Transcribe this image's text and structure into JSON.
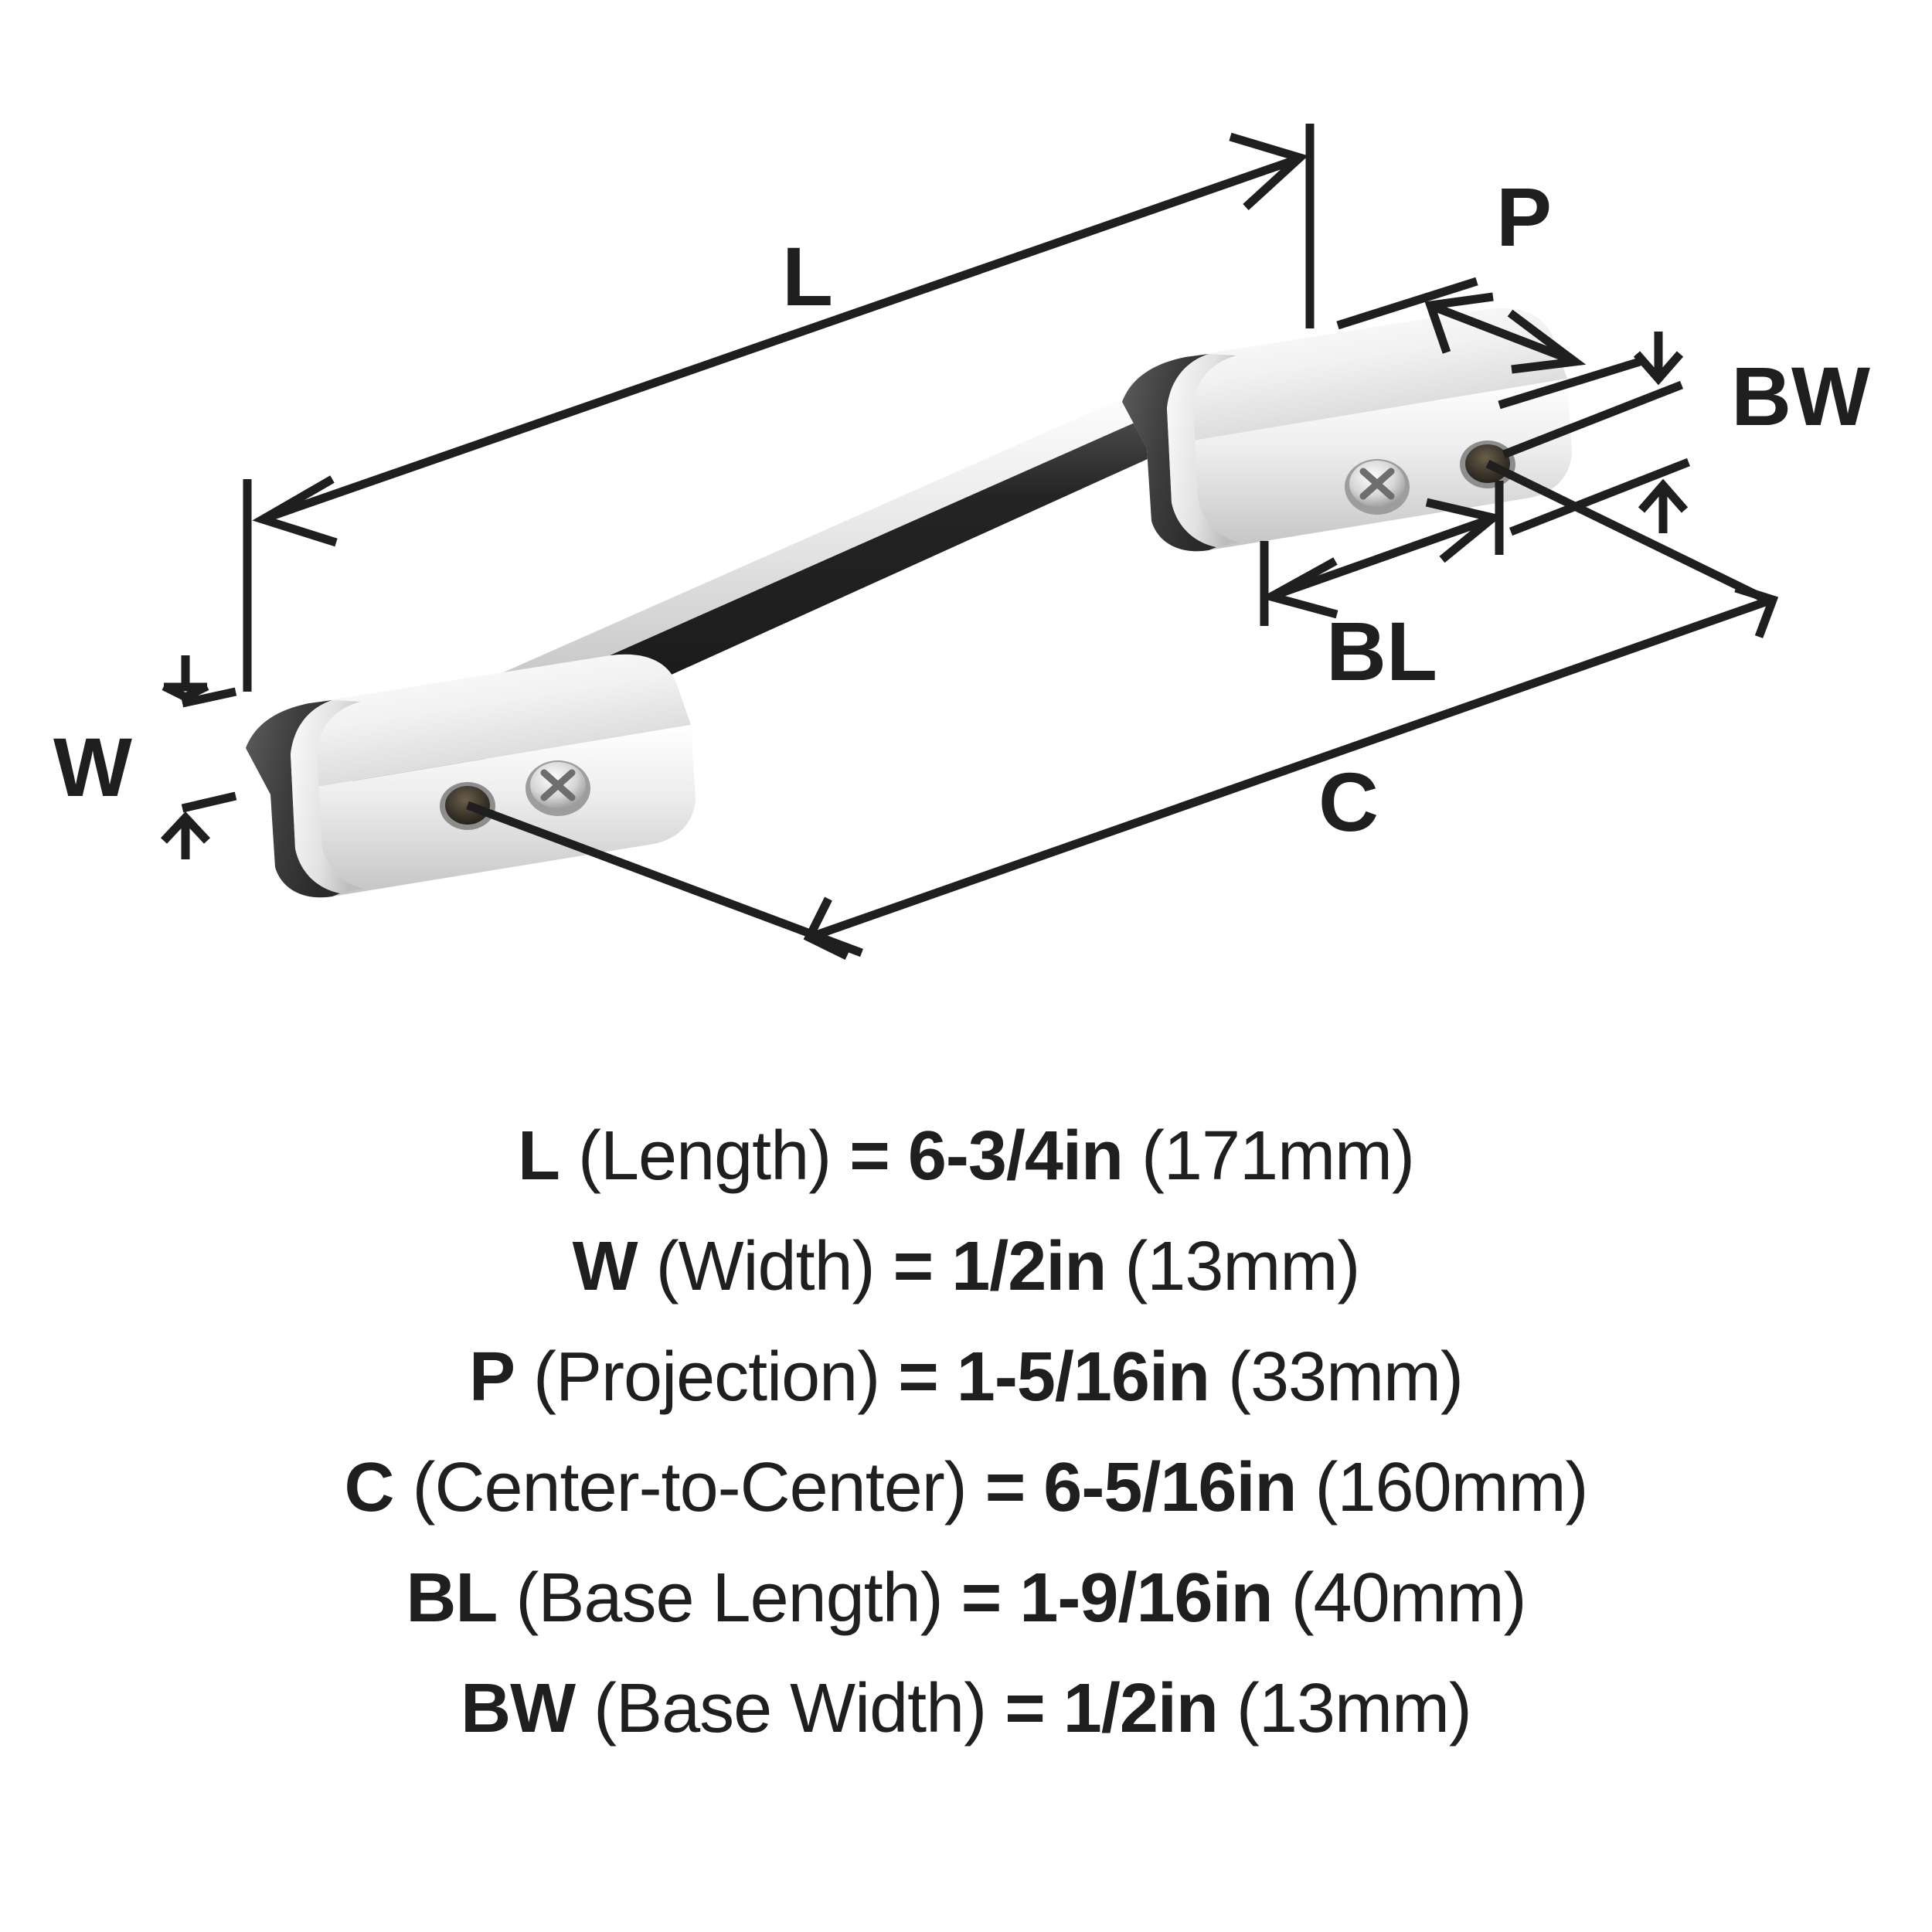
{
  "diagram": {
    "title": "Cabinet pull handle dimension diagram",
    "product": {
      "name": "cabinet-pull-handle",
      "finish_colors": {
        "chrome_light": "#fdfdfd",
        "chrome_mid": "#d8d8d8",
        "chrome_shadow": "#8f8f8f",
        "dark_face": "#1c1c1c",
        "dark_face_soft": "#4a4a4a"
      }
    },
    "line_color": "#1f1f1f",
    "labels": {
      "length": "L",
      "width": "W",
      "projection": "P",
      "center_to_center": "C",
      "base_length": "BL",
      "base_width": "BW"
    }
  },
  "specs": [
    {
      "code": "L",
      "name": "(Length)",
      "equals": "=",
      "imperial": "6-3/4in",
      "metric": "(171mm)"
    },
    {
      "code": "W",
      "name": "(Width)",
      "equals": "=",
      "imperial": "1/2in",
      "metric": "(13mm)"
    },
    {
      "code": "P",
      "name": "(Projection)",
      "equals": "=",
      "imperial": "1-5/16in",
      "metric": "(33mm)"
    },
    {
      "code": "C",
      "name": "(Center-to-Center)",
      "equals": "=",
      "imperial": "6-5/16in",
      "metric": "(160mm)"
    },
    {
      "code": "BL",
      "name": "(Base Length)",
      "equals": "=",
      "imperial": "1-9/16in",
      "metric": "(40mm)"
    },
    {
      "code": "BW",
      "name": "(Base Width)",
      "equals": "=",
      "imperial": "1/2in",
      "metric": "(13mm)"
    }
  ]
}
